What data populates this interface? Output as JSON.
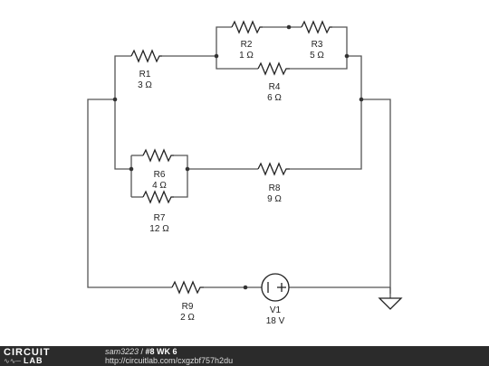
{
  "components": [
    {
      "name": "R1",
      "value": "3 Ω"
    },
    {
      "name": "R2",
      "value": "1 Ω"
    },
    {
      "name": "R3",
      "value": "5 Ω"
    },
    {
      "name": "R4",
      "value": "6 Ω"
    },
    {
      "name": "R6",
      "value": "4 Ω"
    },
    {
      "name": "R7",
      "value": "12 Ω"
    },
    {
      "name": "R8",
      "value": "9 Ω"
    },
    {
      "name": "R9",
      "value": "2 Ω"
    },
    {
      "name": "V1",
      "value": "18 V"
    }
  ],
  "footer": {
    "logo_top": "CIRCUIT",
    "logo_bottom": "LAB",
    "username": "sam3223",
    "separator": " / ",
    "title": "#8 WK 6",
    "url": "http://circuitlab.com/cxgzbf757h2du"
  }
}
